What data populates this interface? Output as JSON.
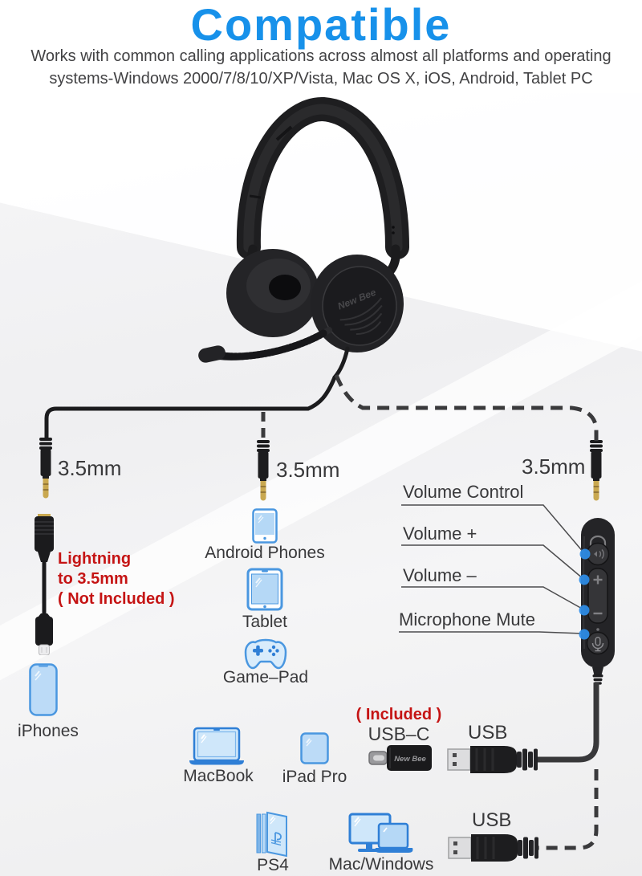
{
  "header": {
    "title": "Compatible",
    "subtitle_line1": "Works with common calling applications across almost all platforms and operating",
    "subtitle_line2": "systems-Windows 2000/7/8/10/XP/Vista, Mac OS X, iOS, Android, Tablet PC"
  },
  "headset": {
    "brand": "New Bee"
  },
  "jacks": {
    "left": "3.5mm",
    "middle": "3.5mm",
    "right": "3.5mm"
  },
  "adapter_note": {
    "line1": "Lightning",
    "line2": "to 3.5mm",
    "line3": "( Not Included )"
  },
  "remote_labels": {
    "volume_control": "Volume Control",
    "volume_up": "Volume +",
    "volume_down": "Volume –",
    "mic_mute": "Microphone Mute"
  },
  "devices": {
    "android_phones": "Android Phones",
    "tablet": "Tablet",
    "gamepad": "Game–Pad",
    "iphones": "iPhones",
    "macbook": "MacBook",
    "ipad_pro": "iPad Pro",
    "ps4": "PS4",
    "mac_windows": "Mac/Windows"
  },
  "usb": {
    "included": "( Included )",
    "usb_c": "USB–C",
    "usb_c_brand": "New Bee",
    "usb_mid": "USB",
    "usb_bottom": "USB"
  },
  "colors": {
    "title_blue": "#1791ea",
    "warning_red": "#c51414",
    "icon_stroke_blue": "#4a97e0",
    "icon_fill_blue": "#bcdbf7",
    "label_gray": "#38383a"
  }
}
